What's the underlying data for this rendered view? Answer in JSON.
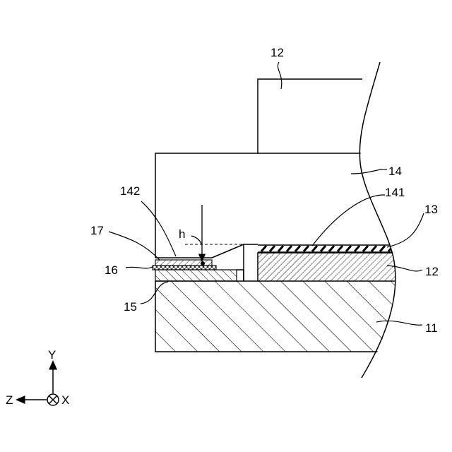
{
  "labels": {
    "l12_top": "12",
    "l14": "14",
    "l141": "141",
    "l13": "13",
    "l12_right": "12",
    "l11": "11",
    "l142": "142",
    "l17": "17",
    "lh": "h",
    "l16": "16",
    "l15": "15"
  },
  "axes": {
    "y": "Y",
    "z": "Z",
    "x": "X"
  }
}
